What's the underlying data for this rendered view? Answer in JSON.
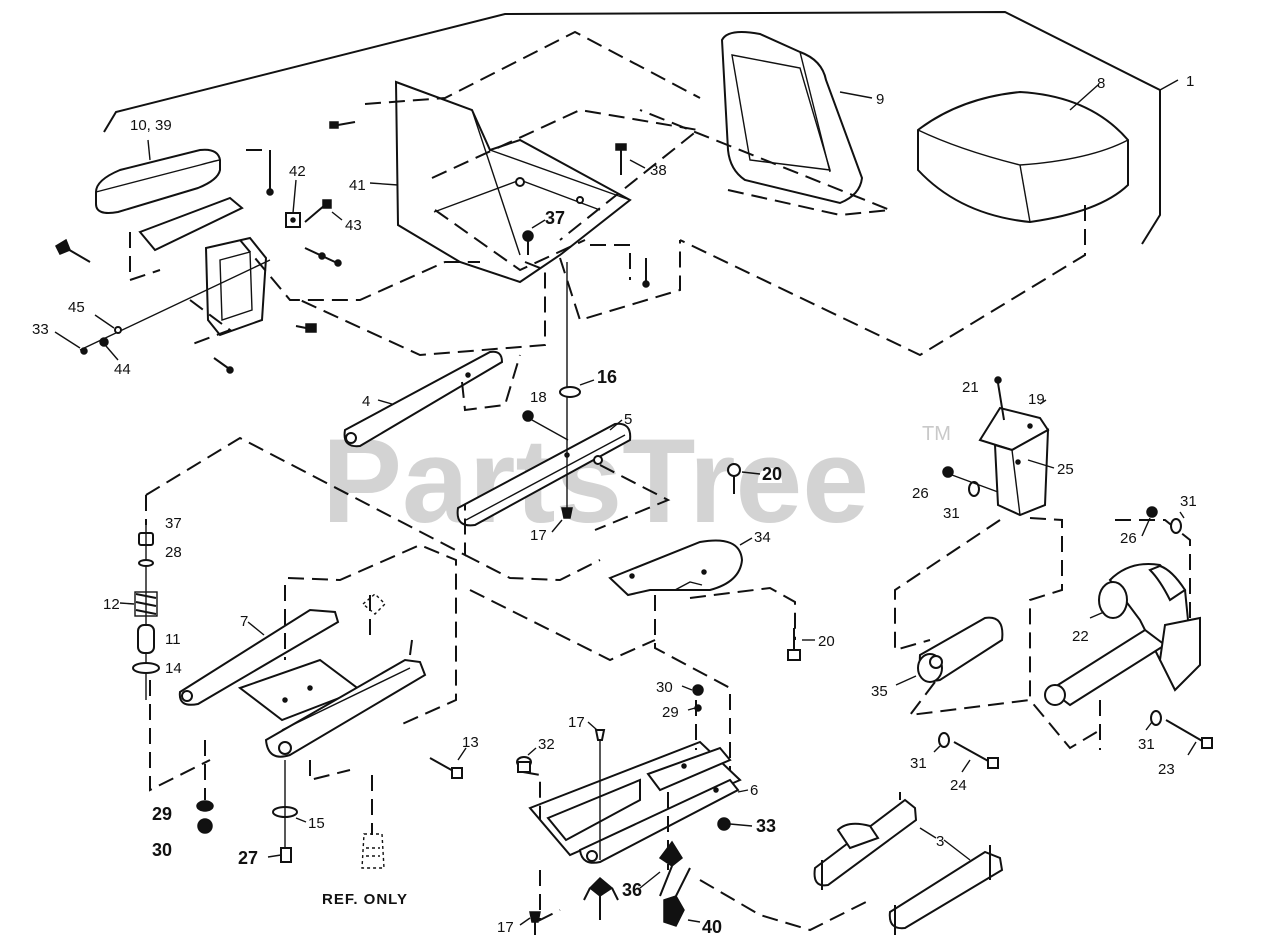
{
  "watermark": {
    "brand": "PartsTree",
    "trademark": "TM"
  },
  "reference_note": "REF. ONLY",
  "part_labels": [
    {
      "id": "p1",
      "text": "1"
    },
    {
      "id": "p8",
      "text": "8"
    },
    {
      "id": "p9",
      "text": "9"
    },
    {
      "id": "p10_39",
      "text": "10, 39"
    },
    {
      "id": "p41",
      "text": "41"
    },
    {
      "id": "p42",
      "text": "42"
    },
    {
      "id": "p43",
      "text": "43"
    },
    {
      "id": "p38",
      "text": "38"
    },
    {
      "id": "p37a",
      "text": "37"
    },
    {
      "id": "p45",
      "text": "45"
    },
    {
      "id": "p33a",
      "text": "33"
    },
    {
      "id": "p44",
      "text": "44"
    },
    {
      "id": "p4",
      "text": "4"
    },
    {
      "id": "p16",
      "text": "16"
    },
    {
      "id": "p18",
      "text": "18"
    },
    {
      "id": "p5",
      "text": "5"
    },
    {
      "id": "p17a",
      "text": "17"
    },
    {
      "id": "p20a",
      "text": "20"
    },
    {
      "id": "p21",
      "text": "21"
    },
    {
      "id": "p19",
      "text": "19"
    },
    {
      "id": "p25",
      "text": "25"
    },
    {
      "id": "p26a",
      "text": "26"
    },
    {
      "id": "p31a",
      "text": "31"
    },
    {
      "id": "p37b",
      "text": "37"
    },
    {
      "id": "p28",
      "text": "28"
    },
    {
      "id": "p12",
      "text": "12"
    },
    {
      "id": "p11",
      "text": "11"
    },
    {
      "id": "p14",
      "text": "14"
    },
    {
      "id": "p7",
      "text": "7"
    },
    {
      "id": "p34",
      "text": "34"
    },
    {
      "id": "p20b",
      "text": "20"
    },
    {
      "id": "p26b",
      "text": "26"
    },
    {
      "id": "p31b",
      "text": "31"
    },
    {
      "id": "p22",
      "text": "22"
    },
    {
      "id": "p35",
      "text": "35"
    },
    {
      "id": "p30a",
      "text": "30"
    },
    {
      "id": "p29a",
      "text": "29"
    },
    {
      "id": "p17b",
      "text": "17"
    },
    {
      "id": "p32",
      "text": "32"
    },
    {
      "id": "p13",
      "text": "13"
    },
    {
      "id": "p6",
      "text": "6"
    },
    {
      "id": "p33b",
      "text": "33"
    },
    {
      "id": "p31c",
      "text": "31"
    },
    {
      "id": "p24",
      "text": "24"
    },
    {
      "id": "p31d",
      "text": "31"
    },
    {
      "id": "p23",
      "text": "23"
    },
    {
      "id": "p29b",
      "text": "29"
    },
    {
      "id": "p30b",
      "text": "30"
    },
    {
      "id": "p15",
      "text": "15"
    },
    {
      "id": "p27",
      "text": "27"
    },
    {
      "id": "p3",
      "text": "3"
    },
    {
      "id": "p36",
      "text": "36"
    },
    {
      "id": "p40",
      "text": "40"
    },
    {
      "id": "p17c",
      "text": "17"
    }
  ]
}
